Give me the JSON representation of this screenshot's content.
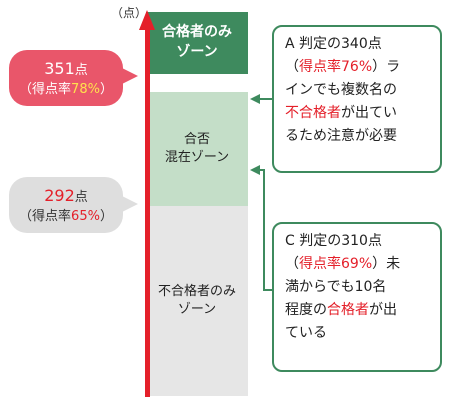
{
  "axis": {
    "unit_label": "（点）"
  },
  "zones": {
    "pass": "合格者のみ\nゾーン",
    "mixed": "合否\n混在ゾーン",
    "fail": "不合格者のみ\nゾーン"
  },
  "markers": {
    "upper": {
      "score": "351",
      "score_unit": "点",
      "rate_prefix": "（得点率",
      "rate": "78%",
      "rate_suffix": "）"
    },
    "lower": {
      "score": "292",
      "score_unit": "点",
      "rate_prefix": "（得点率",
      "rate": "65%",
      "rate_suffix": "）"
    }
  },
  "notes": {
    "a": {
      "l1": "A 判定の340点",
      "l2_open": "（",
      "l2_hl": "得点率76%",
      "l2_close": "）ラ",
      "l3": "インでも複数名の",
      "l4_hl": "不合格者",
      "l4_rest": "が出てい",
      "l5": "るため注意が必要"
    },
    "c": {
      "l1": "C 判定の310点",
      "l2_open": "（",
      "l2_hl": "得点率69%",
      "l2_close": "）未",
      "l3": "満からでも10名",
      "l4_pre": "程度の",
      "l4_hl": "合格者",
      "l4_rest": "が出",
      "l5": "ている"
    }
  },
  "colors": {
    "pass_zone": "#3e8a5e",
    "mixed_zone": "#c4dec8",
    "fail_zone": "#e6e6e6",
    "arrow": "#e4202a",
    "upper_marker": "#e9566a",
    "lower_marker": "#dedede",
    "highlight": "#e4202a"
  }
}
